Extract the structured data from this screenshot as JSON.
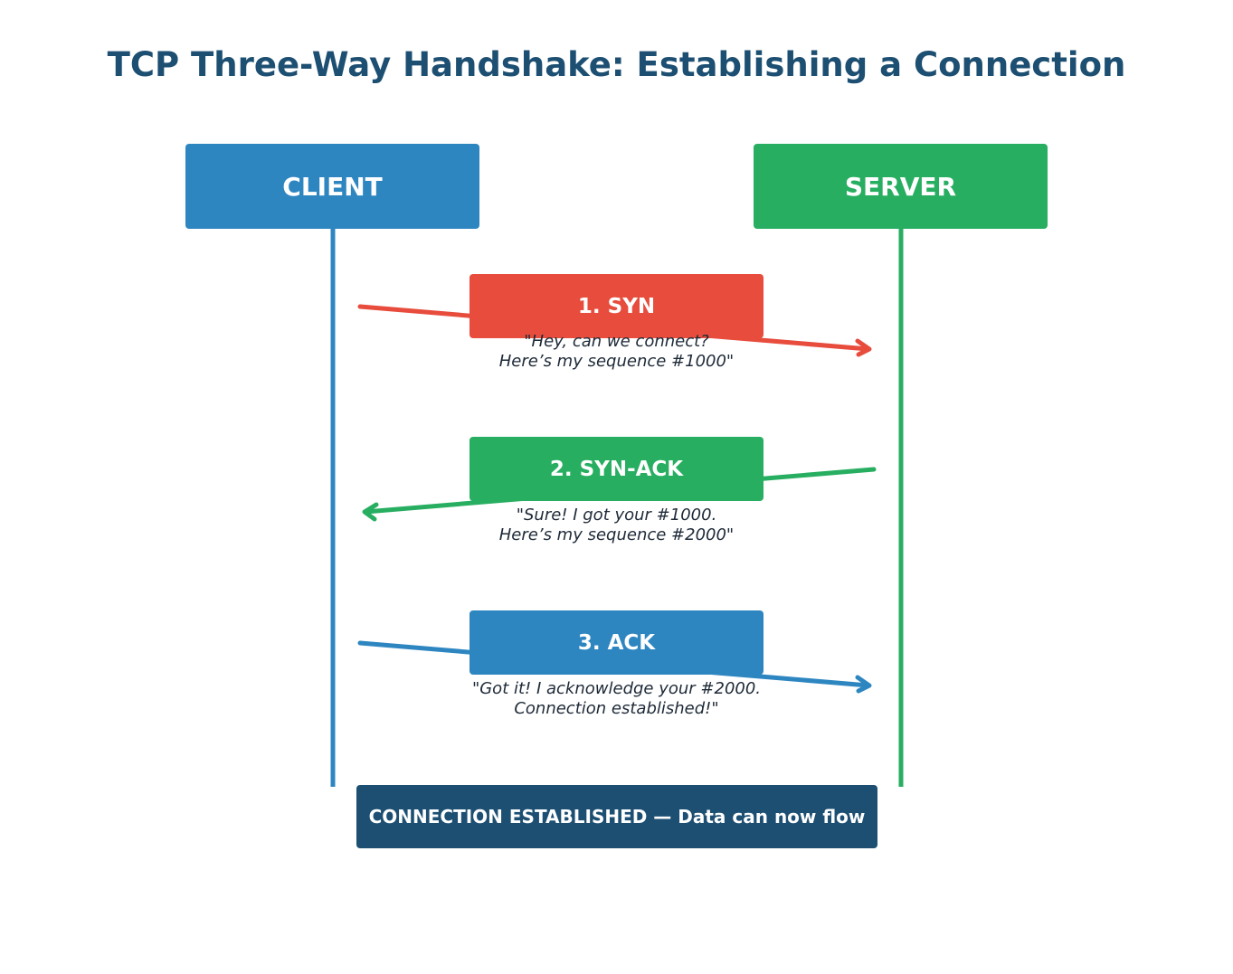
{
  "title": "TCP Three-Way Handshake: Establishing a Connection",
  "actors": {
    "client": {
      "label": "CLIENT",
      "color": "#2e86c1"
    },
    "server": {
      "label": "SERVER",
      "color": "#27ae60"
    }
  },
  "messages": [
    {
      "label": "1. SYN",
      "direction": "client-to-server",
      "color": "#e74c3c",
      "caption_line1": "\"Hey, can we connect?",
      "caption_line2": "Here’s my sequence #1000\""
    },
    {
      "label": "2. SYN-ACK",
      "direction": "server-to-client",
      "color": "#27ae60",
      "caption_line1": "\"Sure! I got your #1000.",
      "caption_line2": "Here’s my sequence #2000\""
    },
    {
      "label": "3. ACK",
      "direction": "client-to-server",
      "color": "#2e86c1",
      "caption_line1": "\"Got it! I acknowledge your #2000.",
      "caption_line2": "Connection established!\""
    }
  ],
  "footer": {
    "label": "CONNECTION ESTABLISHED — Data can now flow",
    "color": "#1c4f72"
  }
}
